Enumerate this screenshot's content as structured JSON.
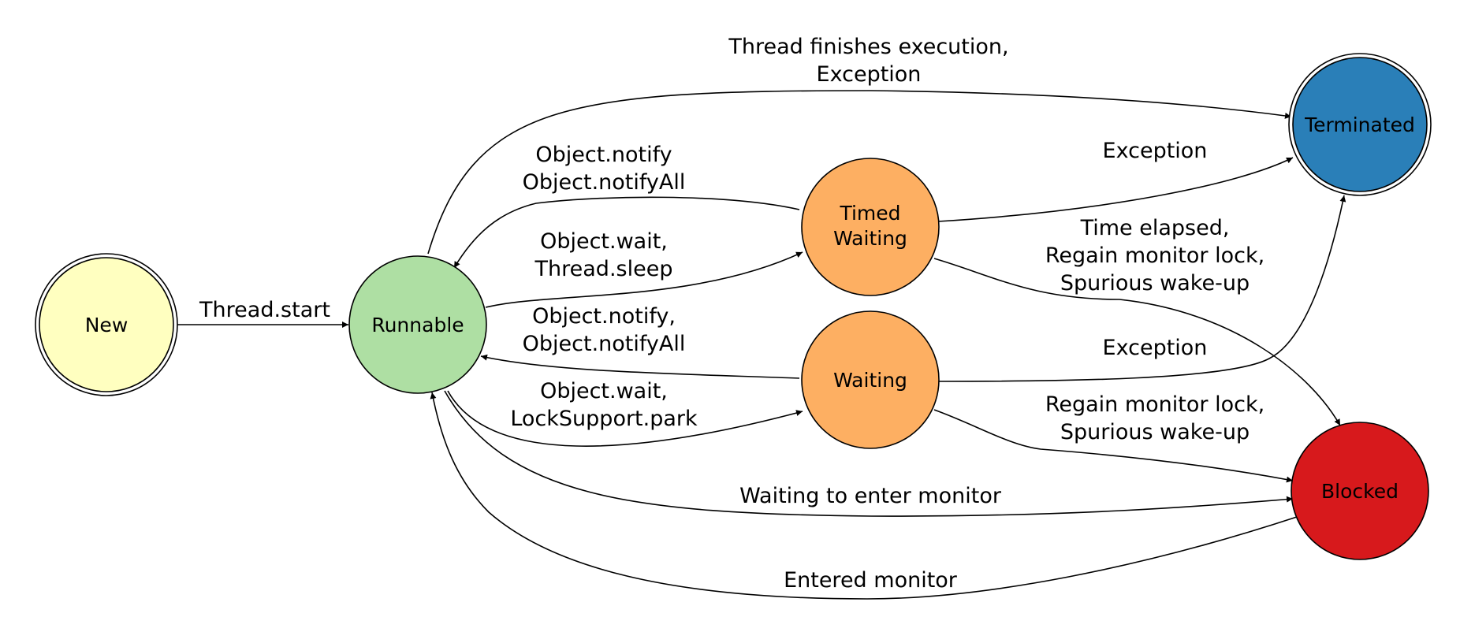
{
  "diagram": {
    "colors": {
      "new": "#FFFFC0",
      "runnable": "#AEDFA3",
      "timed_waiting": "#FDAF62",
      "waiting": "#FDAF62",
      "terminated": "#2A7FB8",
      "blocked": "#D7191C"
    },
    "nodes": {
      "new": "New",
      "runnable": "Runnable",
      "timed_waiting_line1": "Timed",
      "timed_waiting_line2": "Waiting",
      "waiting": "Waiting",
      "terminated": "Terminated",
      "blocked": "Blocked"
    },
    "edges": {
      "thread_start": "Thread.start",
      "finish_line1": "Thread finishes execution,",
      "finish_line2": "Exception",
      "tw_to_runnable_line1": "Object.notify",
      "tw_to_runnable_line2": "Object.notifyAll",
      "runnable_to_tw_line1": "Object.wait,",
      "runnable_to_tw_line2": "Thread.sleep",
      "w_to_runnable_line1": "Object.notify,",
      "w_to_runnable_line2": "Object.notifyAll",
      "runnable_to_w_line1": "Object.wait,",
      "runnable_to_w_line2": "LockSupport.park",
      "tw_exception": "Exception",
      "tw_to_blocked_line1": "Time elapsed,",
      "tw_to_blocked_line2": "Regain monitor lock,",
      "tw_to_blocked_line3": "Spurious wake-up",
      "w_exception": "Exception",
      "w_to_blocked_line1": "Regain monitor lock,",
      "w_to_blocked_line2": "Spurious wake-up",
      "waiting_to_enter": "Waiting to enter monitor",
      "entered_monitor": "Entered monitor"
    }
  }
}
